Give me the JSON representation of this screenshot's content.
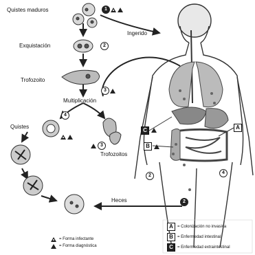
{
  "labels": {
    "quistes_maduros": "Quistes maduros",
    "ingerido": "Ingerido",
    "exquistacion": "Exquistación",
    "trofozoito": "Trofozoito",
    "multiplicacion": "Multiplicación",
    "quistes": "Quistes",
    "trofozoitos": "Trofozoitos",
    "heces": "Heces"
  },
  "step_numbers": {
    "n1": "1",
    "n2": "2",
    "n3": "3",
    "n4": "4",
    "n3b": "3",
    "n2b": "2",
    "n4b": "4",
    "n2c": "2"
  },
  "box_letters": {
    "a": "A",
    "b": "B",
    "c": "C"
  },
  "legend": {
    "infectante": "= Forma infectante",
    "diagnostica": "= Forma diagnóstica",
    "items": [
      {
        "letter": "A",
        "text": "= Colonización no invasiva"
      },
      {
        "letter": "B",
        "text": "= Enfermedad intestinal"
      },
      {
        "letter": "C",
        "text": "= Enfermedad extraintestinal"
      }
    ]
  }
}
